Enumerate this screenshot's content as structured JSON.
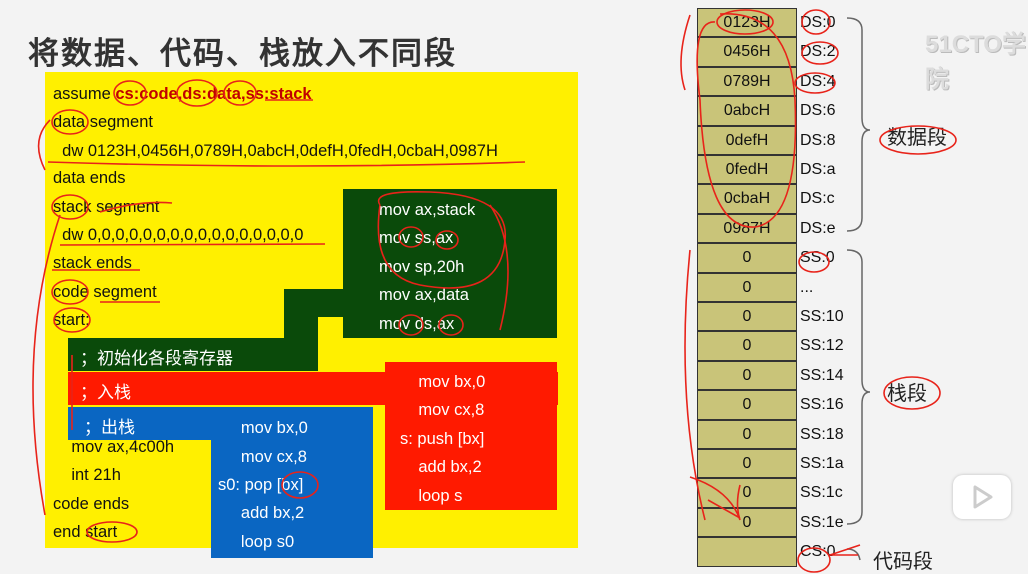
{
  "title": "将数据、代码、栈放入不同段",
  "code": {
    "assume_kw": "assume ",
    "assume_args": "cs:code,ds:data,ss:stack",
    "lines": [
      "data segment",
      "  dw 0123H,0456H,0789H,0abcH,0defH,0fedH,0cbaH,0987H",
      "data ends",
      "stack segment",
      "  dw 0,0,0,0,0,0,0,0,0,0,0,0,0,0,0,0",
      "stack ends",
      "code segment",
      "start:"
    ],
    "tail": [
      "    mov ax,4c00h",
      "    int 21h",
      "code ends",
      "end start"
    ]
  },
  "init_block": {
    "comment": "；初始化各段寄存器",
    "lines": [
      "mov ax,stack",
      "mov ss,ax",
      "mov sp,20h",
      "mov ax,data",
      "mov ds,ax"
    ]
  },
  "push_block": {
    "comment": "；入栈",
    "lines": [
      "    mov bx,0",
      "    mov cx,8",
      "s: push [bx]",
      "    add bx,2",
      "    loop s"
    ]
  },
  "pop_block": {
    "comment": "；出栈",
    "lines": [
      "     mov bx,0",
      "     mov cx,8",
      "s0: pop [bx]",
      "     add bx,2",
      "     loop s0"
    ]
  },
  "memory": {
    "rows": [
      {
        "value": "0123H",
        "addr": "DS:0"
      },
      {
        "value": "0456H",
        "addr": "DS:2"
      },
      {
        "value": "0789H",
        "addr": "DS:4"
      },
      {
        "value": "0abcH",
        "addr": "DS:6"
      },
      {
        "value": "0defH",
        "addr": "DS:8"
      },
      {
        "value": "0fedH",
        "addr": "DS:a"
      },
      {
        "value": "0cbaH",
        "addr": "DS:c"
      },
      {
        "value": "0987H",
        "addr": "DS:e"
      },
      {
        "value": "0",
        "addr": "SS:0"
      },
      {
        "value": "0",
        "addr": "..."
      },
      {
        "value": "0",
        "addr": "SS:10"
      },
      {
        "value": "0",
        "addr": "SS:12"
      },
      {
        "value": "0",
        "addr": "SS:14"
      },
      {
        "value": "0",
        "addr": "SS:16"
      },
      {
        "value": "0",
        "addr": "SS:18"
      },
      {
        "value": "0",
        "addr": "SS:1a"
      },
      {
        "value": "0",
        "addr": "SS:1c"
      },
      {
        "value": "0",
        "addr": "SS:1e"
      },
      {
        "value": "",
        "addr": "CS:0"
      }
    ],
    "segments": {
      "data": "数据段",
      "stack": "栈段",
      "code": "代码段"
    }
  },
  "watermark": "51CTO学院",
  "colors": {
    "yellow": "#fff000",
    "green": "#0a4a0a",
    "red": "#ff1a00",
    "blue": "#0a66c2",
    "cell": "#c9c479",
    "ink": "#e8231a"
  }
}
